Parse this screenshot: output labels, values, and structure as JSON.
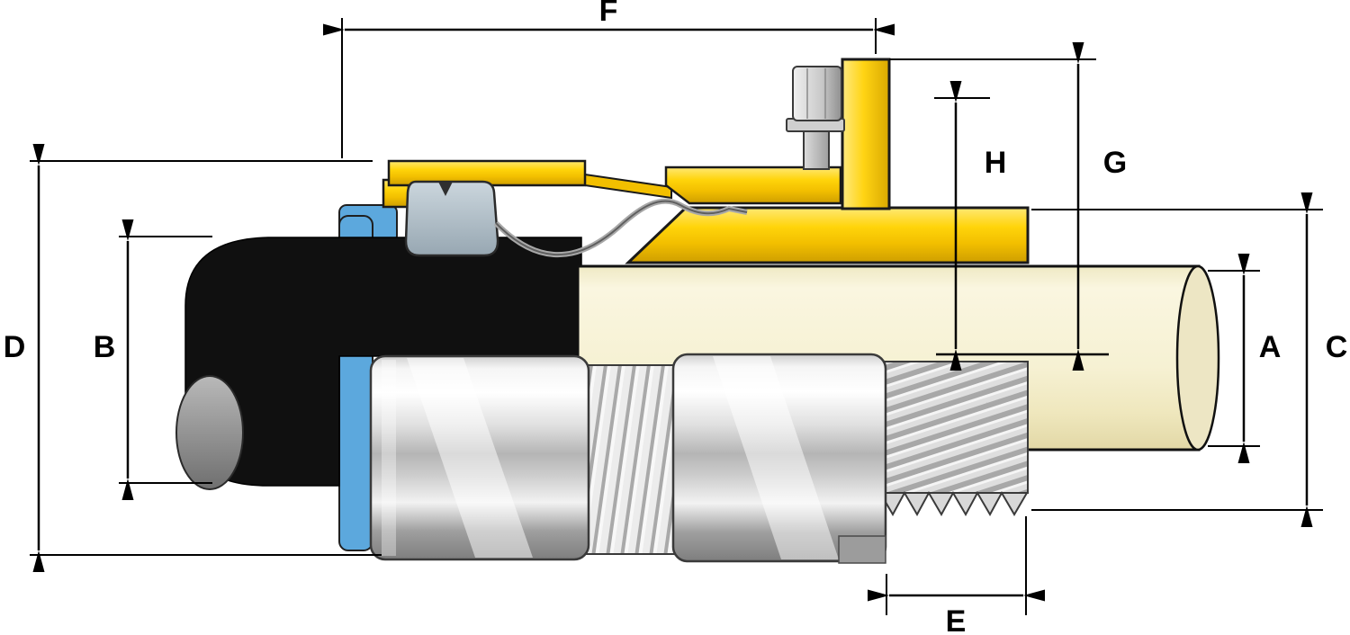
{
  "diagram": {
    "type": "technical-cross-section",
    "subject": "Cable gland cross-section with dimension annotations",
    "dimension_labels": {
      "A": "A",
      "B": "B",
      "C": "C",
      "D": "D",
      "E": "E",
      "F": "F",
      "G": "G",
      "H": "H"
    },
    "colors": {
      "background": "#FFFFFF",
      "dimension_lines": "#000000",
      "brass": "#F7C600",
      "cable_sheath": "#101010",
      "conductor_gray": "#8F8F8F",
      "seal_blue": "#5CA8DD",
      "cone_gray": "#AFBEC8",
      "metal_body": "#D9D9D9",
      "cable_core_cream": "#F6F1D3"
    }
  }
}
